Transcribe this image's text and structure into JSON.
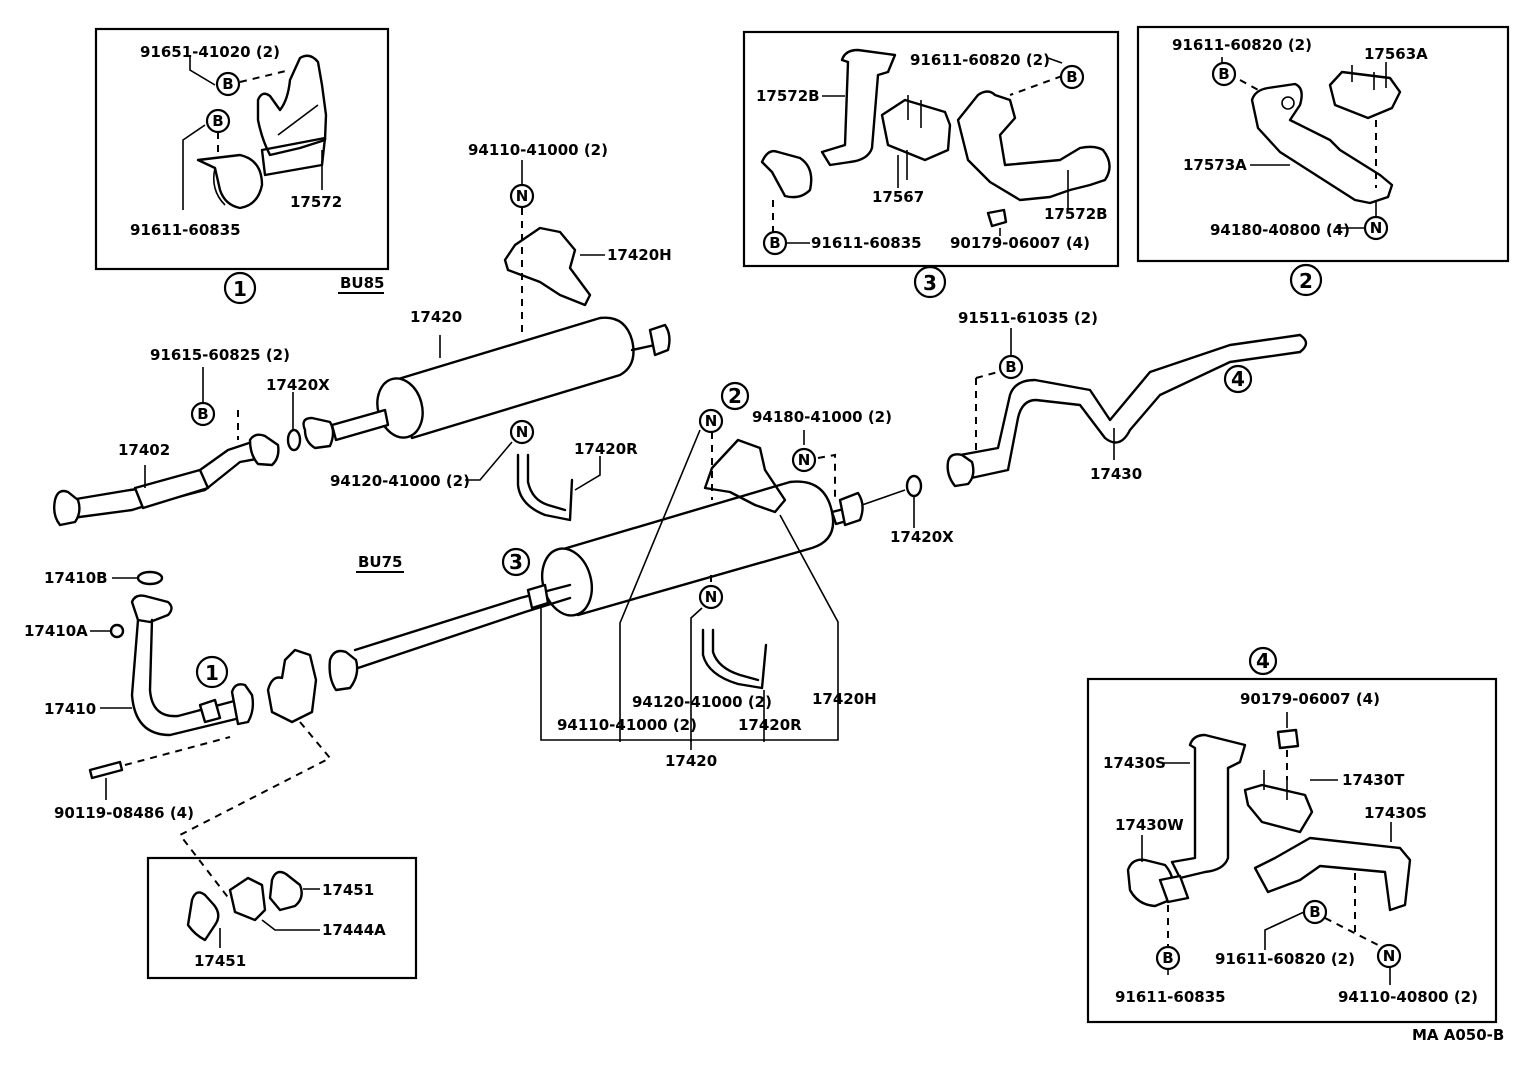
{
  "diagram": {
    "title_code": "MA A050-B",
    "variants": {
      "bu85": "BU85",
      "bu75": "BU75"
    },
    "markers": {
      "bolt": "B",
      "nut": "N"
    },
    "detail_refs": {
      "one": "1",
      "two": "2",
      "three": "3",
      "four": "4"
    },
    "inset_1": {
      "ref": "1",
      "parts": {
        "bolt_a": "91651-41020 (2)",
        "bolt_b": "91611-60835",
        "bracket": "17572"
      }
    },
    "inset_3": {
      "ref": "3",
      "parts": {
        "bracket_left": "17572B",
        "bolt_a": "91611-60820 (2)",
        "mount": "17567",
        "bracket_right": "17572B",
        "bolt_b": "91611-60835",
        "nut": "90179-06007 (4)"
      }
    },
    "inset_2": {
      "ref": "2",
      "parts": {
        "bolt": "91611-60820 (2)",
        "mount": "17563A",
        "bracket": "17573A",
        "nut": "94180-40800 (4)"
      }
    },
    "inset_4": {
      "ref": "4",
      "parts": {
        "nut_top": "90179-06007 (4)",
        "bracket_left": "17430S",
        "mount": "17430T",
        "bracket_right": "17430S",
        "clamp": "17430W",
        "bolt_left": "91611-60835",
        "bolt_right": "91611-60820 (2)",
        "nut_right": "94110-40800 (2)"
      }
    },
    "inset_gasket": {
      "parts": {
        "gasket_right": "17451",
        "plate": "17444A",
        "gasket_left": "17451"
      }
    },
    "main_bu85": {
      "nut_hanger": "94110-41000 (2)",
      "hanger": "17420H",
      "muffler": "17420",
      "bolt_flange": "91615-60825 (2)",
      "gasket": "17420X",
      "front_pipe": "17402",
      "nut_clamp": "94120-41000 (2)",
      "clamp": "17420R"
    },
    "main_bu75": {
      "nut_hanger": "94180-41000 (2)",
      "gasket": "17420X",
      "gasket_ring": "17410B",
      "nut_flange": "17410A",
      "exhaust_pipe": "17410",
      "bolt": "90119-08486 (4)",
      "tail_bolt": "91511-61035 (2)",
      "tail_pipe": "17430",
      "clamp_nut": "94120-41000 (2)",
      "hanger_nut": "94110-41000 (2)",
      "muffler": "17420",
      "clamp": "17420R",
      "hanger": "17420H"
    }
  }
}
